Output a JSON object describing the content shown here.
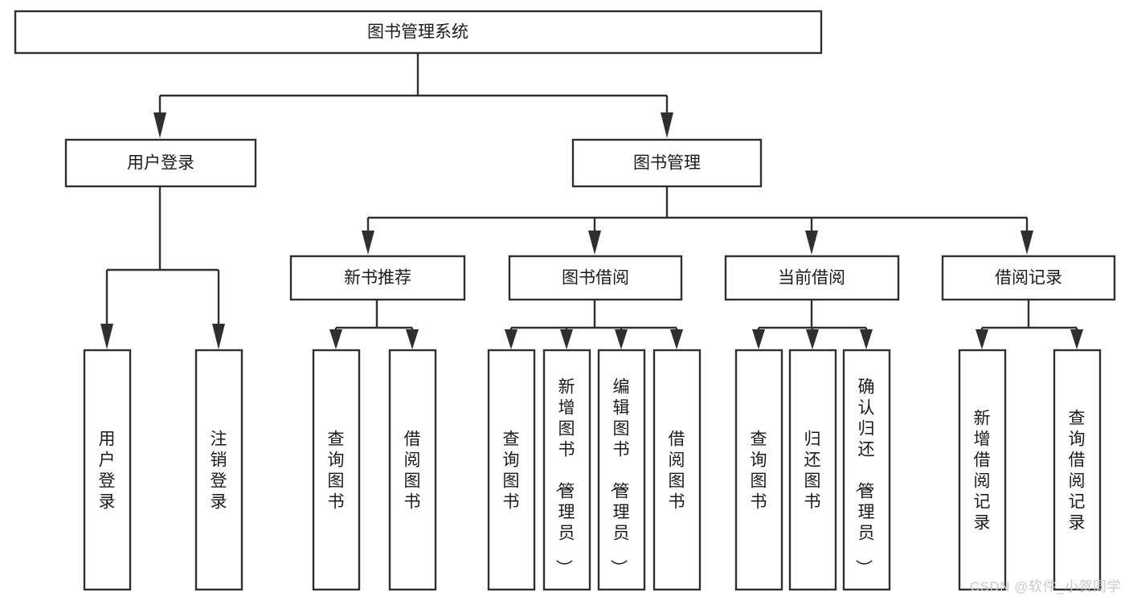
{
  "diagram": {
    "type": "hierarchy-tree",
    "title": "图书管理系统",
    "watermark": "CSDN @软件_小贺同学",
    "colors": {
      "background": "#ffffff",
      "box_stroke": "#2f2f2f",
      "box_fill": "#ffffff",
      "text": "#1b1b1b",
      "watermark": "#c9c9c9"
    },
    "nodes": {
      "root": {
        "label": "图书管理系统",
        "level": 0,
        "orientation": "horizontal"
      },
      "level1": [
        {
          "id": "user-login",
          "label": "用户登录",
          "orientation": "horizontal"
        },
        {
          "id": "book-management",
          "label": "图书管理",
          "orientation": "horizontal"
        }
      ],
      "level2": [
        {
          "id": "new-book-recommend",
          "label": "新书推荐",
          "parent": "book-management",
          "orientation": "horizontal"
        },
        {
          "id": "book-borrow",
          "label": "图书借阅",
          "parent": "book-management",
          "orientation": "horizontal"
        },
        {
          "id": "current-borrow",
          "label": "当前借阅",
          "parent": "book-management",
          "orientation": "horizontal"
        },
        {
          "id": "borrow-record",
          "label": "借阅记录",
          "parent": "book-management",
          "orientation": "horizontal"
        }
      ],
      "leaves": [
        {
          "id": "leaf-user-login",
          "label": "用户登录",
          "parent": "user-login",
          "orientation": "vertical"
        },
        {
          "id": "leaf-logout",
          "label": "注销登录",
          "parent": "user-login",
          "orientation": "vertical"
        },
        {
          "id": "leaf-query-book-1",
          "label": "查询图书",
          "parent": "new-book-recommend",
          "orientation": "vertical"
        },
        {
          "id": "leaf-borrow-book-1",
          "label": "借阅图书",
          "parent": "new-book-recommend",
          "orientation": "vertical"
        },
        {
          "id": "leaf-query-book-2",
          "label": "查询图书",
          "parent": "book-borrow",
          "orientation": "vertical"
        },
        {
          "id": "leaf-add-book",
          "label": "新增图书（管理员）",
          "parent": "book-borrow",
          "orientation": "vertical"
        },
        {
          "id": "leaf-edit-book",
          "label": "编辑图书（管理员）",
          "parent": "book-borrow",
          "orientation": "vertical"
        },
        {
          "id": "leaf-borrow-book-2",
          "label": "借阅图书",
          "parent": "book-borrow",
          "orientation": "vertical"
        },
        {
          "id": "leaf-query-book-3",
          "label": "查询图书",
          "parent": "current-borrow",
          "orientation": "vertical"
        },
        {
          "id": "leaf-return-book",
          "label": "归还图书",
          "parent": "current-borrow",
          "orientation": "vertical"
        },
        {
          "id": "leaf-confirm-return",
          "label": "确认归还（管理员）",
          "parent": "current-borrow",
          "orientation": "vertical"
        },
        {
          "id": "leaf-add-record",
          "label": "新增借阅记录",
          "parent": "borrow-record",
          "orientation": "vertical"
        },
        {
          "id": "leaf-query-record",
          "label": "查询借阅记录",
          "parent": "borrow-record",
          "orientation": "vertical"
        }
      ]
    }
  }
}
